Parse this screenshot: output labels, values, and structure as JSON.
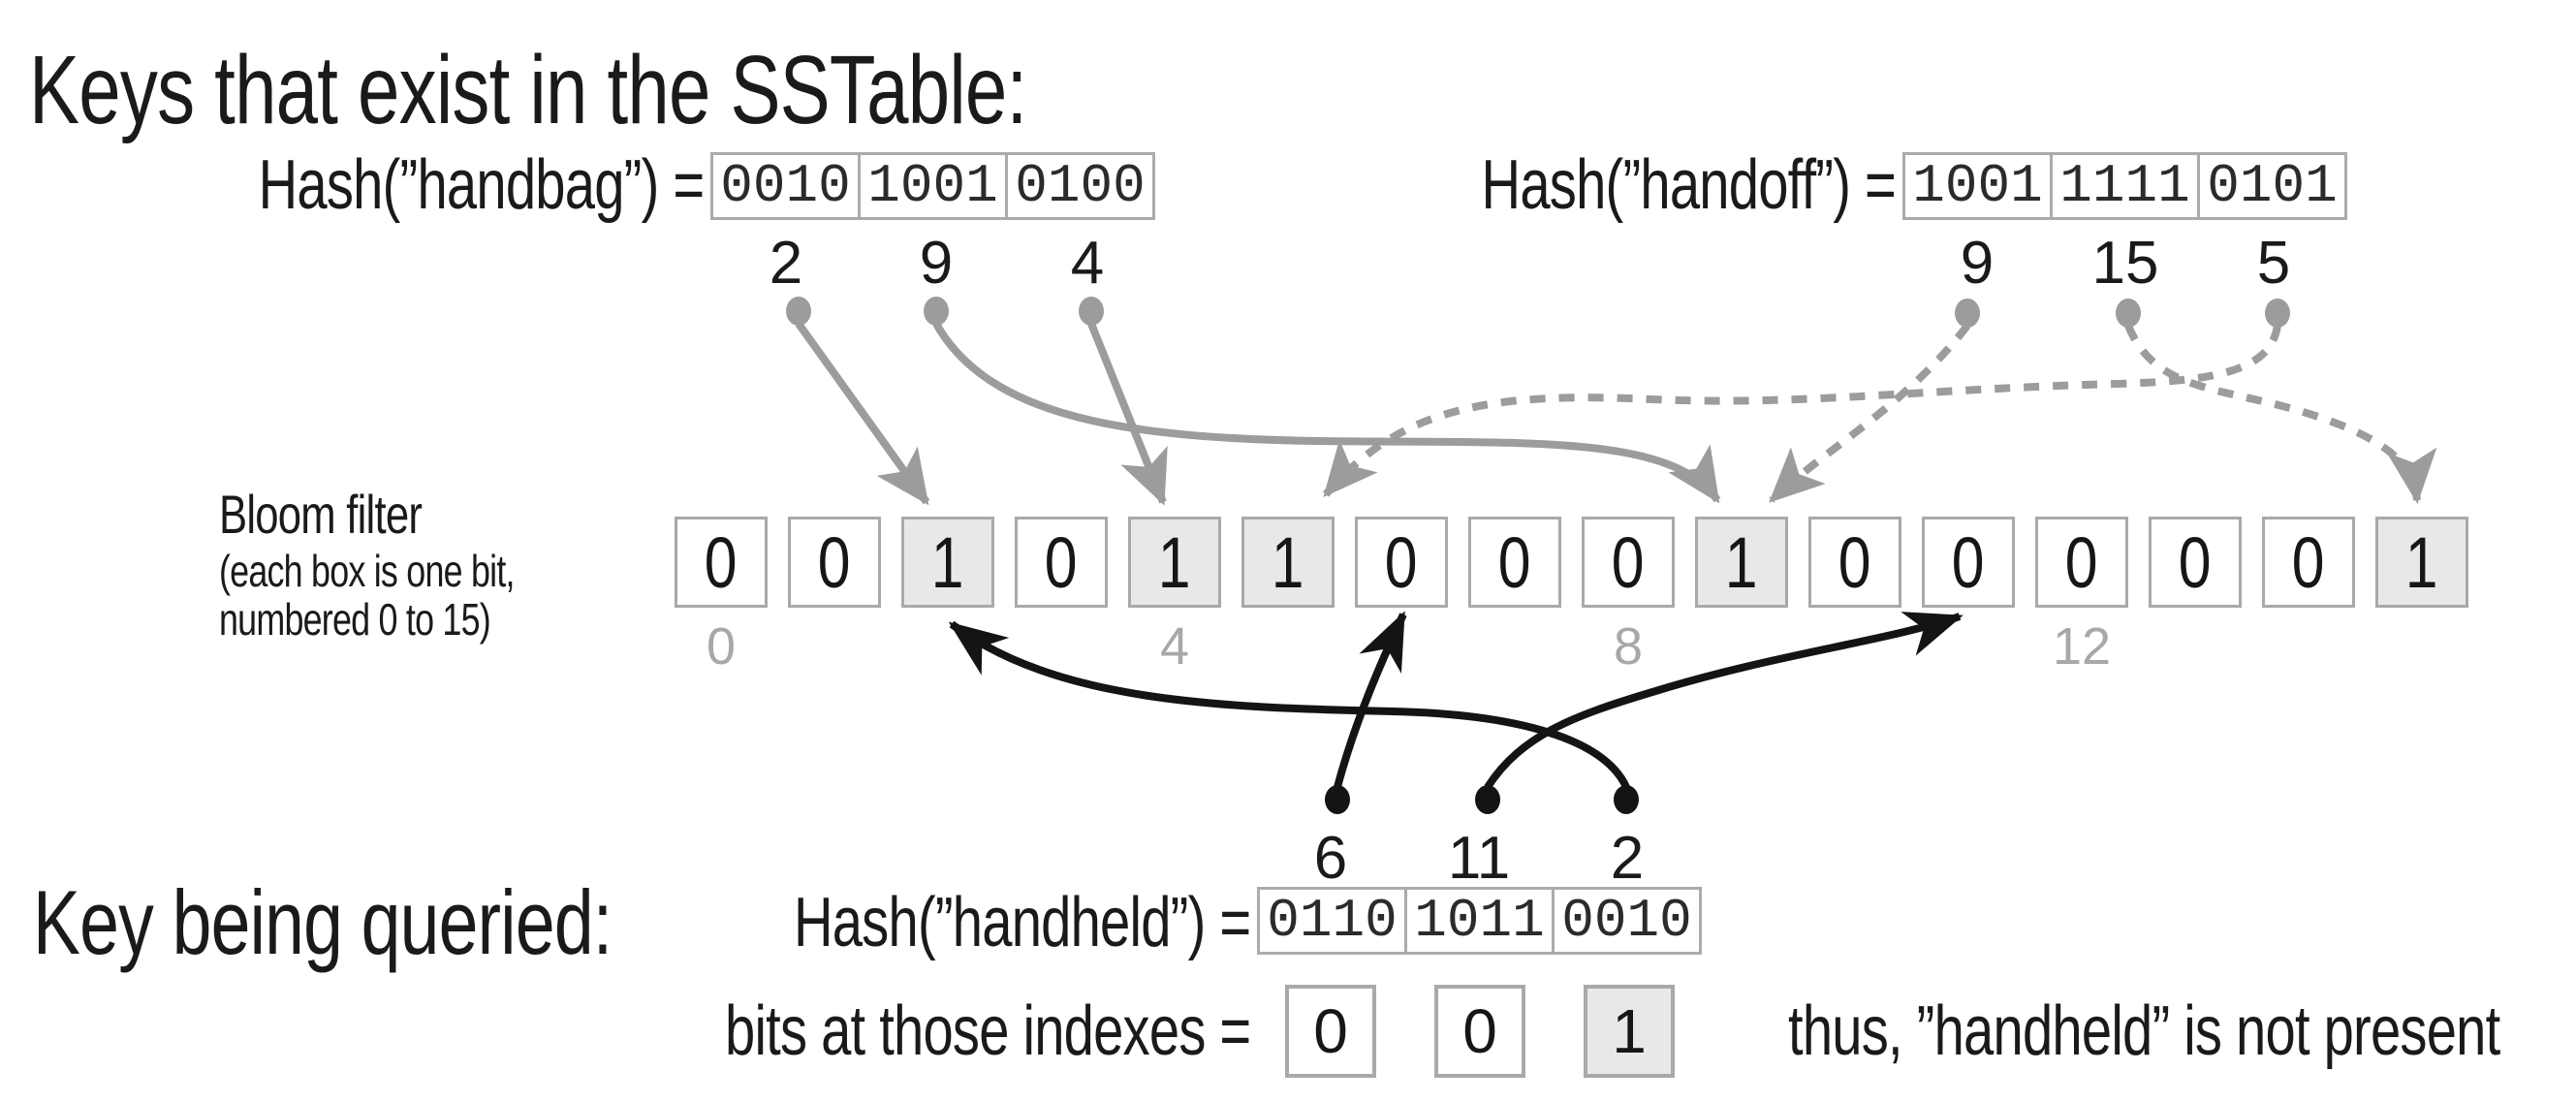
{
  "title": "Keys that exist in the SSTable:",
  "colors": {
    "arrow_gray": "#9c9c9c",
    "arrow_black": "#141414",
    "box_border": "#a9a9a9",
    "shaded_fill": "#e8e8e8",
    "tick_gray": "#a8a8a8",
    "text": "#1a1a1a"
  },
  "keys_section": {
    "handbag": {
      "label": "Hash(”handbag”) =",
      "nibbles": [
        "0010",
        "1001",
        "0100"
      ],
      "indexes": [
        "2",
        "9",
        "4"
      ],
      "arrow_style": "solid-gray"
    },
    "handoff": {
      "label": "Hash(”handoff”) =",
      "nibbles": [
        "1001",
        "1111",
        "0101"
      ],
      "indexes": [
        "9",
        "15",
        "5"
      ],
      "arrow_style": "dashed-gray"
    }
  },
  "bloom": {
    "label": "Bloom filter",
    "sublabel1": "(each box is one bit,",
    "sublabel2": "numbered 0 to 15)",
    "bits": [
      0,
      0,
      1,
      0,
      1,
      1,
      0,
      0,
      0,
      1,
      0,
      0,
      0,
      0,
      0,
      1
    ],
    "ticks": [
      {
        "index": 0,
        "label": "0"
      },
      {
        "index": 4,
        "label": "4"
      },
      {
        "index": 8,
        "label": "8"
      },
      {
        "index": 12,
        "label": "12"
      }
    ]
  },
  "query_section": {
    "label": "Key being queried:",
    "hash_label": "Hash(”handheld”) =",
    "nibbles": [
      "0110",
      "1011",
      "0010"
    ],
    "indexes": [
      "6",
      "11",
      "2"
    ],
    "result_label": "bits at those indexes =",
    "result_bits": [
      "0",
      "0",
      "1"
    ],
    "result_shaded": [
      false,
      false,
      true
    ],
    "conclusion": "thus, ”handheld” is not present"
  },
  "arrows": [
    {
      "source": "handbag",
      "bit_index": 2,
      "style": "solid-gray"
    },
    {
      "source": "handbag",
      "bit_index": 9,
      "style": "solid-gray"
    },
    {
      "source": "handbag",
      "bit_index": 4,
      "style": "solid-gray"
    },
    {
      "source": "handoff",
      "bit_index": 9,
      "style": "dashed-gray"
    },
    {
      "source": "handoff",
      "bit_index": 15,
      "style": "dashed-gray"
    },
    {
      "source": "handoff",
      "bit_index": 5,
      "style": "dashed-gray"
    },
    {
      "source": "handheld",
      "bit_index": 6,
      "style": "solid-black"
    },
    {
      "source": "handheld",
      "bit_index": 11,
      "style": "solid-black"
    },
    {
      "source": "handheld",
      "bit_index": 2,
      "style": "solid-black"
    }
  ]
}
